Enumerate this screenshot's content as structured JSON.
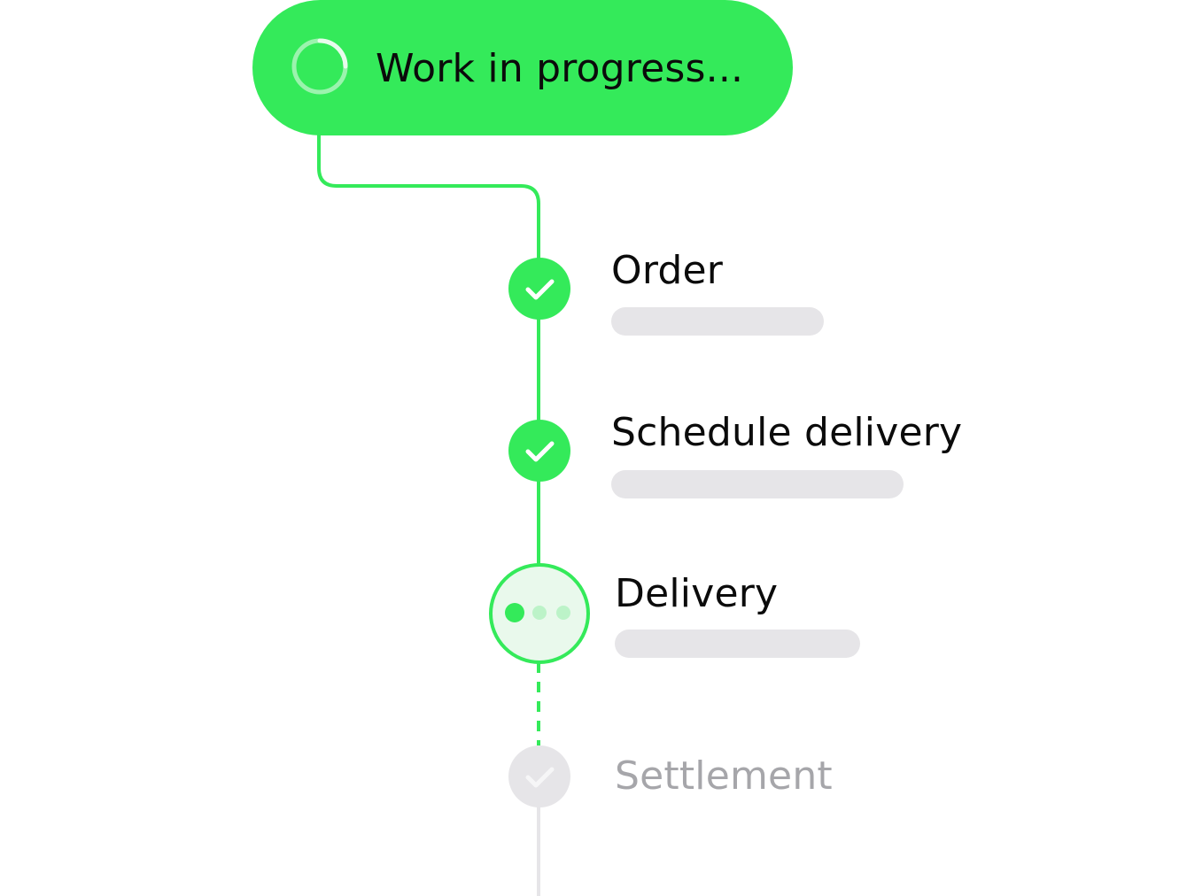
{
  "header": {
    "status_label": "Work in progress...",
    "accent_color": "#34ea5a",
    "icon": "spinner-ring-icon"
  },
  "steps": [
    {
      "title": "Order",
      "state": "completed",
      "icon": "checkmark-icon"
    },
    {
      "title": "Schedule delivery",
      "state": "completed",
      "icon": "checkmark-icon"
    },
    {
      "title": "Delivery",
      "state": "in-progress",
      "icon": "loading-dots-icon"
    },
    {
      "title": "Settlement",
      "state": "pending",
      "icon": "checkmark-icon"
    }
  ],
  "colors": {
    "accent": "#34ea5a",
    "pending": "#e6e5e8",
    "pending_text": "#a6a6aa",
    "active_fill": "#e9f9ec"
  }
}
